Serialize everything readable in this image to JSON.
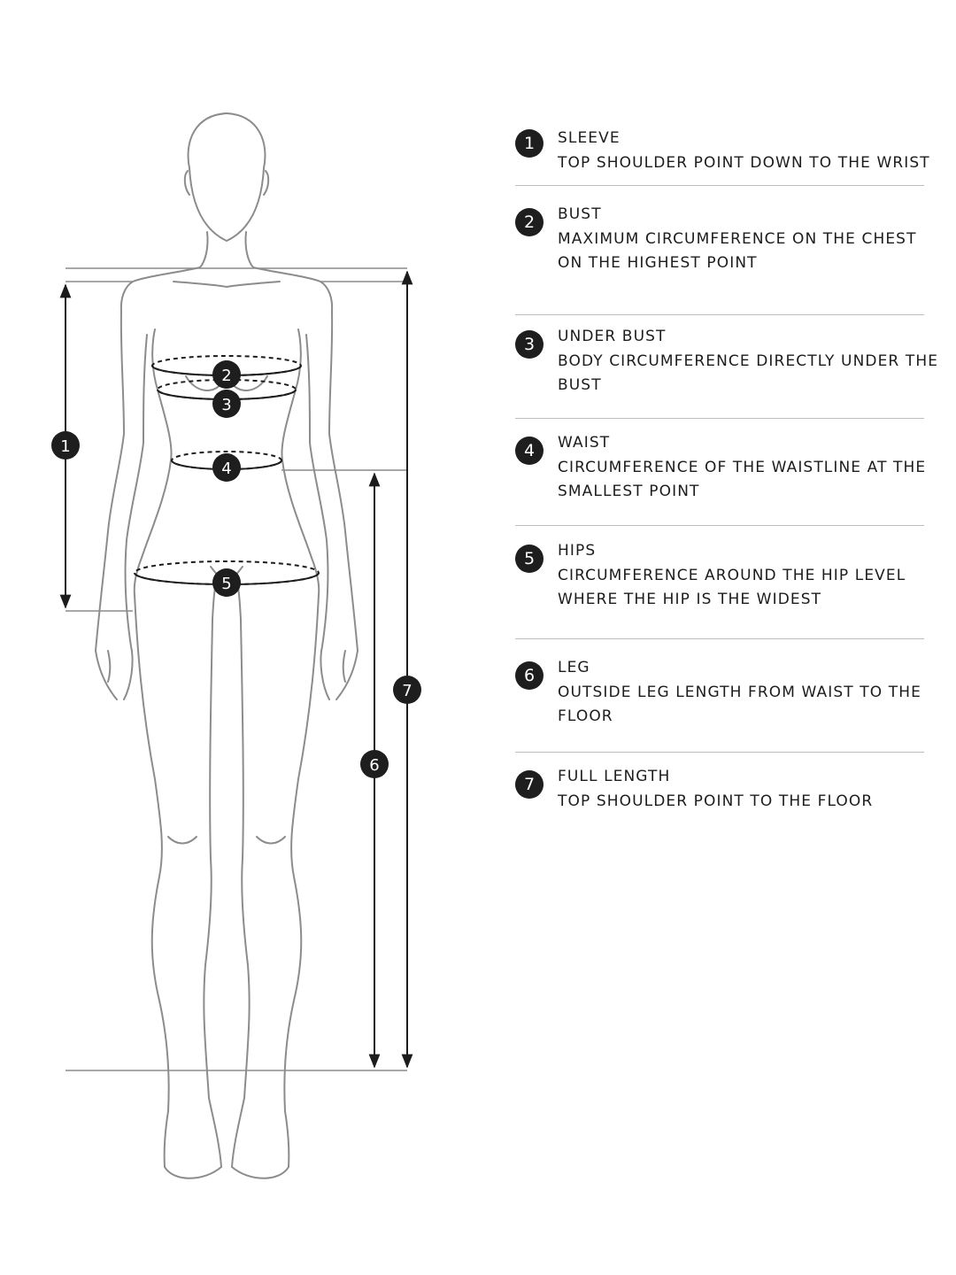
{
  "colors": {
    "badge": "#1e1e1e",
    "figure_line": "#8c8c8c",
    "measure_line": "#1c1c1c",
    "divider": "#bdbdbd"
  },
  "figure_markers": [
    "1",
    "2",
    "3",
    "4",
    "5",
    "6",
    "7"
  ],
  "legend": [
    {
      "number": "1",
      "title": "SLEEVE",
      "lines": [
        "TOP SHOULDER POINT DOWN TO THE WRIST"
      ]
    },
    {
      "number": "2",
      "title": "BUST",
      "lines": [
        "MAXIMUM CIRCUMFERENCE ON THE CHEST",
        "ON THE HIGHEST POINT"
      ]
    },
    {
      "number": "3",
      "title": "UNDER BUST",
      "lines": [
        "BODY CIRCUMFERENCE DIRECTLY UNDER THE",
        "BUST"
      ]
    },
    {
      "number": "4",
      "title": "WAIST",
      "lines": [
        "CIRCUMFERENCE OF THE WAISTLINE AT THE",
        "SMALLEST POINT"
      ]
    },
    {
      "number": "5",
      "title": "HIPS",
      "lines": [
        "CIRCUMFERENCE AROUND THE HIP LEVEL",
        "WHERE THE HIP IS THE WIDEST"
      ]
    },
    {
      "number": "6",
      "title": "LEG",
      "lines": [
        "OUTSIDE LEG LENGTH FROM WAIST TO THE",
        "FLOOR"
      ]
    },
    {
      "number": "7",
      "title": "FULL LENGTH",
      "lines": [
        "TOP SHOULDER POINT TO THE FLOOR"
      ]
    }
  ]
}
